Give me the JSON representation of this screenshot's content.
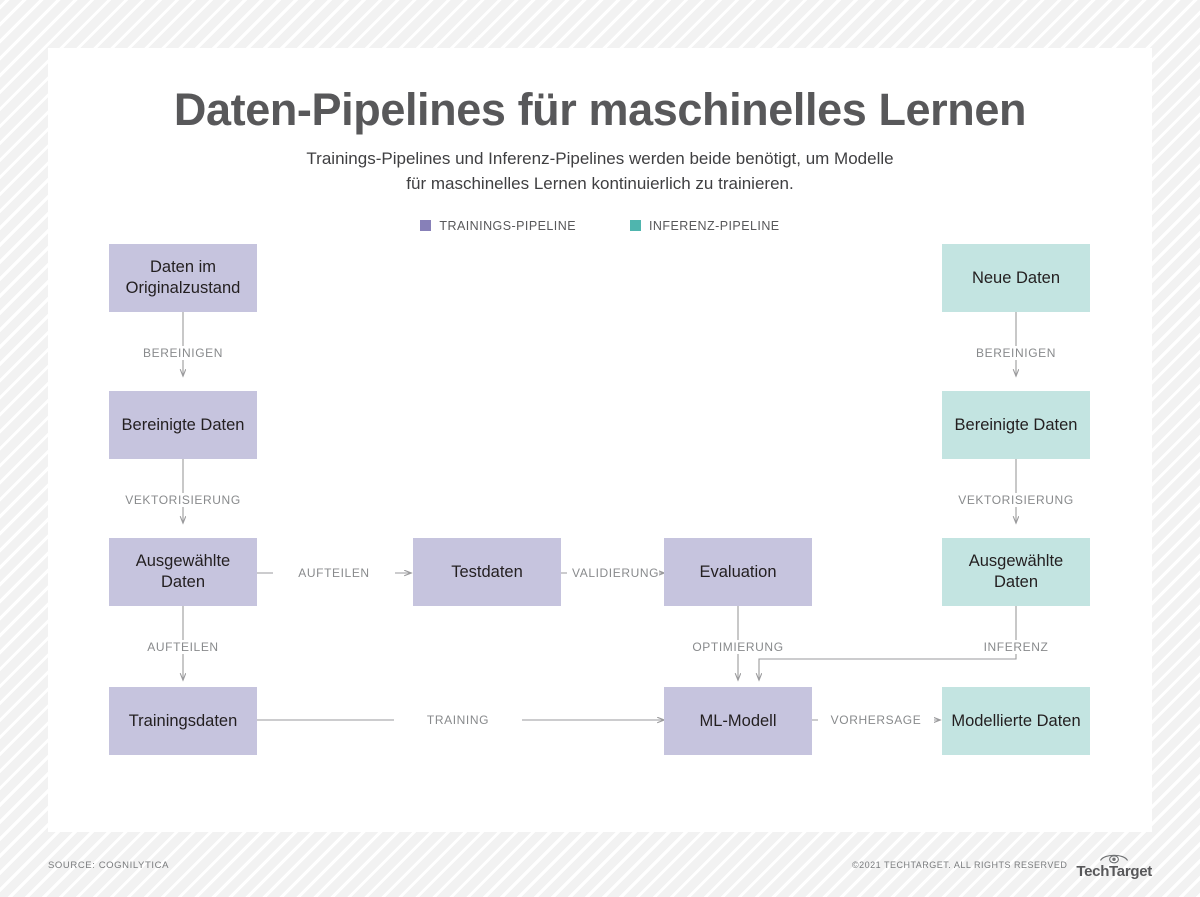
{
  "header": {
    "title": "Daten-Pipelines für maschinelles Lernen",
    "subtitle_line1": "Trainings-Pipelines und Inferenz-Pipelines werden beide benötigt, um Modelle",
    "subtitle_line2": "für maschinelles Lernen kontinuierlich zu trainieren."
  },
  "legend": {
    "items": [
      {
        "label": "TRAININGS-PIPELINE",
        "color": "#8780b8"
      },
      {
        "label": "INFERENZ-PIPELINE",
        "color": "#4fb5ae"
      }
    ]
  },
  "colors": {
    "training_fill": "#c6c4de",
    "inference_fill": "#c3e4e1",
    "connector": "#9a9a9c",
    "title": "#58585a"
  },
  "diagram": {
    "nodes": [
      {
        "id": "raw-data",
        "label": "Daten im Originalzustand",
        "pipeline": "training"
      },
      {
        "id": "clean-data-left",
        "label": "Bereinigte Daten",
        "pipeline": "training"
      },
      {
        "id": "selected-data-left",
        "label": "Ausgewählte Daten",
        "pipeline": "training"
      },
      {
        "id": "training-data",
        "label": "Trainingsdaten",
        "pipeline": "training"
      },
      {
        "id": "test-data",
        "label": "Testdaten",
        "pipeline": "training"
      },
      {
        "id": "evaluation",
        "label": "Evaluation",
        "pipeline": "training"
      },
      {
        "id": "ml-model",
        "label": "ML-Modell",
        "pipeline": "training"
      },
      {
        "id": "new-data",
        "label": "Neue Daten",
        "pipeline": "inference"
      },
      {
        "id": "clean-data-right",
        "label": "Bereinigte Daten",
        "pipeline": "inference"
      },
      {
        "id": "selected-data-right",
        "label": "Ausgewählte Daten",
        "pipeline": "inference"
      },
      {
        "id": "modeled-data",
        "label": "Modellierte Daten",
        "pipeline": "inference"
      }
    ],
    "edges": [
      {
        "id": "e1",
        "from": "raw-data",
        "to": "clean-data-left",
        "label": "BEREINIGEN"
      },
      {
        "id": "e2",
        "from": "clean-data-left",
        "to": "selected-data-left",
        "label": "VEKTORISIERUNG"
      },
      {
        "id": "e3",
        "from": "selected-data-left",
        "to": "training-data",
        "label": "AUFTEILEN"
      },
      {
        "id": "e4",
        "from": "selected-data-left",
        "to": "test-data",
        "label": "AUFTEILEN"
      },
      {
        "id": "e5",
        "from": "test-data",
        "to": "evaluation",
        "label": "VALIDIERUNG"
      },
      {
        "id": "e6",
        "from": "evaluation",
        "to": "ml-model",
        "label": "OPTIMIERUNG"
      },
      {
        "id": "e7",
        "from": "training-data",
        "to": "ml-model",
        "label": "TRAINING"
      },
      {
        "id": "e8",
        "from": "new-data",
        "to": "clean-data-right",
        "label": "BEREINIGEN"
      },
      {
        "id": "e9",
        "from": "clean-data-right",
        "to": "selected-data-right",
        "label": "VEKTORISIERUNG"
      },
      {
        "id": "e10",
        "from": "selected-data-right",
        "to": "ml-model",
        "label": "INFERENZ"
      },
      {
        "id": "e11",
        "from": "ml-model",
        "to": "modeled-data",
        "label": "VORHERSAGE"
      }
    ]
  },
  "footer": {
    "source": "SOURCE: COGNILYTICA",
    "copyright": "©2021 TECHTARGET. ALL RIGHTS RESERVED",
    "logo_text": "TechTarget",
    "logo_icon": "eye-icon"
  }
}
